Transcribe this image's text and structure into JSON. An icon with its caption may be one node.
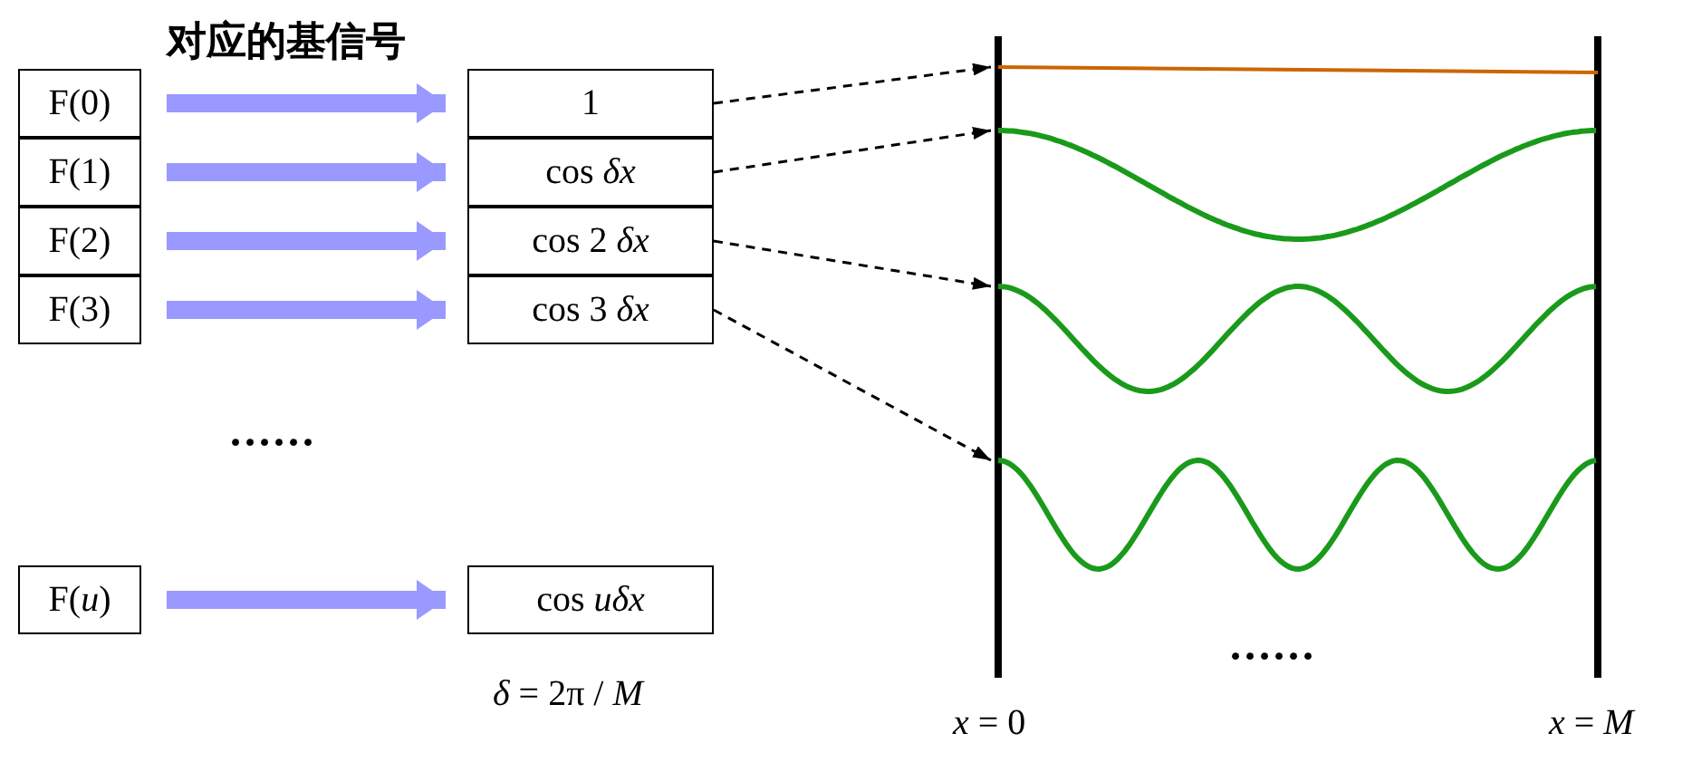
{
  "diagram": {
    "nodes": [
      {
        "text": [
          "F(0)"
        ]
      },
      {
        "text": [
          "F(1)"
        ]
      },
      {
        "text": [
          "F(2)"
        ]
      },
      {
        "text": [
          "F(3)"
        ]
      },
      {
        "text": [
          "1"
        ]
      },
      {
        "text": [
          "cos *δx*"
        ]
      },
      {
        "text": [
          "cos 2 *δx*"
        ]
      },
      {
        "text": [
          "cos 3 *δx*"
        ]
      },
      {
        "text": [
          "F(*u*)"
        ]
      },
      {
        "text": [
          "cos *uδx*"
        ]
      },
      {
        "text": [],
        "shape": "picture"
      },
      {
        "text": [],
        "shape": "picture"
      },
      {
        "text": [],
        "shape": "picture"
      },
      {
        "text": [],
        "shape": "picture"
      }
    ],
    "edges": [
      {
        "from": 0,
        "to": 4,
        "arrow": "to",
        "color": "#9999ff"
      },
      {
        "from": 1,
        "to": 5,
        "arrow": "to",
        "color": "#9999ff"
      },
      {
        "from": 2,
        "to": 6,
        "arrow": "to",
        "color": "#9999ff"
      },
      {
        "from": 3,
        "to": 7,
        "arrow": "to",
        "color": "#9999ff"
      },
      {
        "from": 8,
        "to": 9,
        "arrow": "to",
        "color": "#9999ff"
      },
      {
        "from": 4,
        "to": 10,
        "arrow": "to",
        "style": "dashed",
        "color": "#000000"
      },
      {
        "from": 5,
        "to": 11,
        "arrow": "to",
        "style": "dashed",
        "color": "#000000"
      },
      {
        "from": 6,
        "to": 12,
        "arrow": "to",
        "style": "dashed",
        "color": "#000000"
      },
      {
        "from": 7,
        "to": 13,
        "arrow": "to",
        "style": "dashed",
        "color": "#000000"
      }
    ],
    "labels": [
      "对应的基信号",
      "······",
      "*δ* = 2π / *M*",
      "······",
      "*x* = 0",
      "*x* = *M*"
    ]
  }
}
